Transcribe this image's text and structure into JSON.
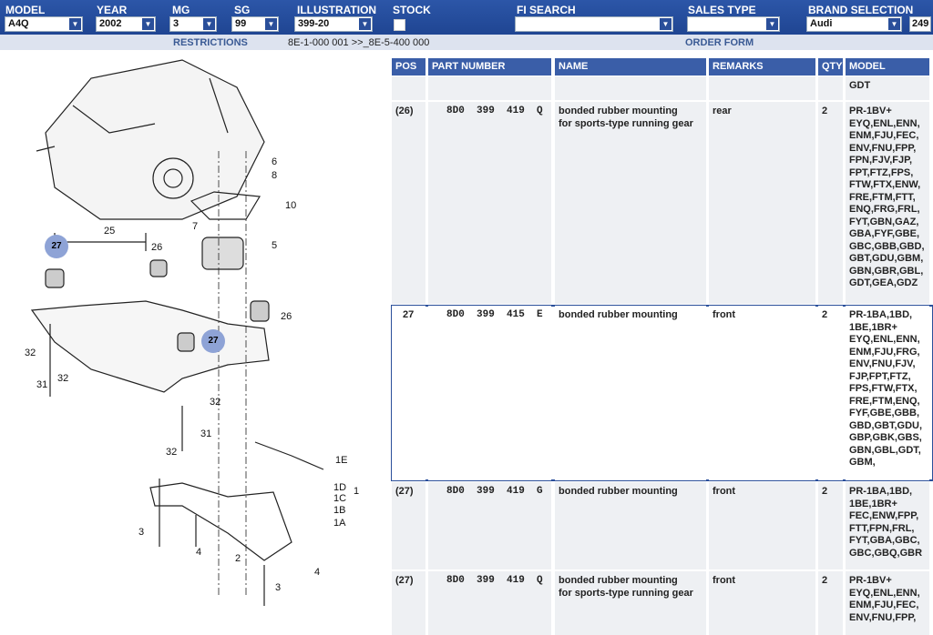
{
  "header": {
    "fields": [
      {
        "label": "MODEL",
        "value": "A4Q"
      },
      {
        "label": "YEAR",
        "value": "2002"
      },
      {
        "label": "MG",
        "value": "3"
      },
      {
        "label": "SG",
        "value": "99"
      },
      {
        "label": "ILLUSTRATION",
        "value": "399-20"
      },
      {
        "label": "STOCK",
        "value": ""
      },
      {
        "label": "FI SEARCH",
        "value": ""
      },
      {
        "label": "SALES TYPE",
        "value": ""
      },
      {
        "label": "BRAND SELECTION",
        "value": "Audi"
      }
    ],
    "brand_code": "249",
    "restrictions_label": "RESTRICTIONS",
    "restrictions_value": "8E-1-000 001 >>_8E-5-400 000",
    "order_form": "ORDER FORM"
  },
  "diagram": {
    "highlighted": [
      "27",
      "27"
    ],
    "callouts": [
      "25",
      "26",
      "6",
      "8",
      "10",
      "7",
      "5",
      "26",
      "32",
      "31",
      "32",
      "32",
      "31",
      "32",
      "1E",
      "1D",
      "1C",
      "1B",
      "1A",
      "1",
      "3",
      "4",
      "2",
      "4",
      "3"
    ]
  },
  "table": {
    "columns": [
      "POS",
      "PART NUMBER",
      "NAME",
      "REMARKS",
      "QTY",
      "MODEL"
    ],
    "rows": [
      {
        "pos": "",
        "part": "",
        "name": "",
        "remarks": "",
        "qty": "",
        "model": "GDT"
      },
      {
        "pos": "(26)",
        "part": "8D0  399  419  Q",
        "name": "bonded rubber mounting\nfor sports-type running gear",
        "remarks": "rear",
        "qty": "2",
        "model": "PR-1BV+\nEYQ,ENL,ENN,\nENM,FJU,FEC,\nENV,FNU,FPP,\nFPN,FJV,FJP,\nFPT,FTZ,FPS,\nFTW,FTX,ENW,\nFRE,FTM,FTT,\nENQ,FRG,FRL,\nFYT,GBN,GAZ,\nGBA,FYF,GBE,\nGBC,GBB,GBD,\nGBT,GDU,GBM,\nGBN,GBR,GBL,\nGDT,GEA,GDZ"
      },
      {
        "pos": "27",
        "part": "8D0  399  415  E",
        "name": "bonded rubber mounting",
        "remarks": "front",
        "qty": "2",
        "model": "PR-1BA,1BD,\n1BE,1BR+\nEYQ,ENL,ENN,\nENM,FJU,FRG,\nENV,FNU,FJV,\nFJP,FPT,FTZ,\nFPS,FTW,FTX,\nFRE,FTM,ENQ,\nFYF,GBE,GBB,\nGBD,GBT,GDU,\nGBP,GBK,GBS,\nGBN,GBL,GDT,\nGBM,"
      },
      {
        "pos": "(27)",
        "part": "8D0  399  419  G",
        "name": "bonded rubber mounting",
        "remarks": "front",
        "qty": "2",
        "model": "PR-1BA,1BD,\n1BE,1BR+\nFEC,ENW,FPP,\nFTT,FPN,FRL,\nFYT,GBA,GBC,\nGBC,GBQ,GBR"
      },
      {
        "pos": "(27)",
        "part": "8D0  399  419  Q",
        "name": "bonded rubber mounting\nfor sports-type running gear",
        "remarks": "front",
        "qty": "2",
        "model": "PR-1BV+\nEYQ,ENL,ENN,\nENM,FJU,FEC,\nENV,FNU,FPP,"
      }
    ]
  }
}
